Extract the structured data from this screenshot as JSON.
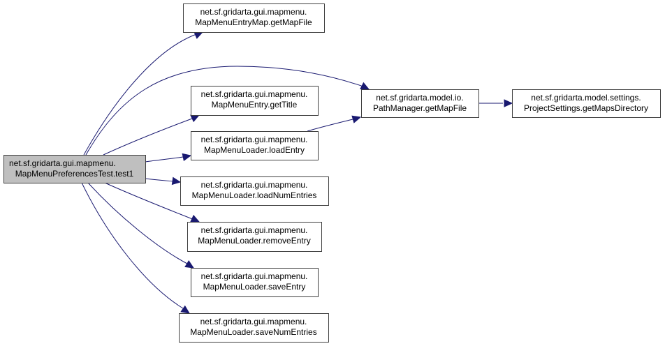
{
  "diagram": {
    "type": "call-graph",
    "edge_color": "#191970",
    "root_fill": "#bfbfbf",
    "node_fill": "#ffffff",
    "nodes": [
      {
        "id": "root",
        "line1": "net.sf.gridarta.gui.mapmenu.",
        "line2": "MapMenuPreferencesTest.test1",
        "root": true
      },
      {
        "id": "getMapFileEntry",
        "line1": "net.sf.gridarta.gui.mapmenu.",
        "line2": "MapMenuEntryMap.getMapFile"
      },
      {
        "id": "getTitle",
        "line1": "net.sf.gridarta.gui.mapmenu.",
        "line2": "MapMenuEntry.getTitle"
      },
      {
        "id": "loadEntry",
        "line1": "net.sf.gridarta.gui.mapmenu.",
        "line2": "MapMenuLoader.loadEntry"
      },
      {
        "id": "loadNumEntries",
        "line1": "net.sf.gridarta.gui.mapmenu.",
        "line2": "MapMenuLoader.loadNumEntries"
      },
      {
        "id": "removeEntry",
        "line1": "net.sf.gridarta.gui.mapmenu.",
        "line2": "MapMenuLoader.removeEntry"
      },
      {
        "id": "saveEntry",
        "line1": "net.sf.gridarta.gui.mapmenu.",
        "line2": "MapMenuLoader.saveEntry"
      },
      {
        "id": "saveNumEntries",
        "line1": "net.sf.gridarta.gui.mapmenu.",
        "line2": "MapMenuLoader.saveNumEntries"
      },
      {
        "id": "pathManager",
        "line1": "net.sf.gridarta.model.io.",
        "line2": "PathManager.getMapFile"
      },
      {
        "id": "projectSettings",
        "line1": "net.sf.gridarta.model.settings.",
        "line2": "ProjectSettings.getMapsDirectory"
      }
    ],
    "edges": [
      {
        "from": "root",
        "to": "getMapFileEntry"
      },
      {
        "from": "root",
        "to": "pathManager"
      },
      {
        "from": "root",
        "to": "getTitle"
      },
      {
        "from": "root",
        "to": "loadEntry"
      },
      {
        "from": "root",
        "to": "loadNumEntries"
      },
      {
        "from": "root",
        "to": "removeEntry"
      },
      {
        "from": "root",
        "to": "saveEntry"
      },
      {
        "from": "root",
        "to": "saveNumEntries"
      },
      {
        "from": "loadEntry",
        "to": "pathManager"
      },
      {
        "from": "pathManager",
        "to": "projectSettings"
      }
    ]
  }
}
